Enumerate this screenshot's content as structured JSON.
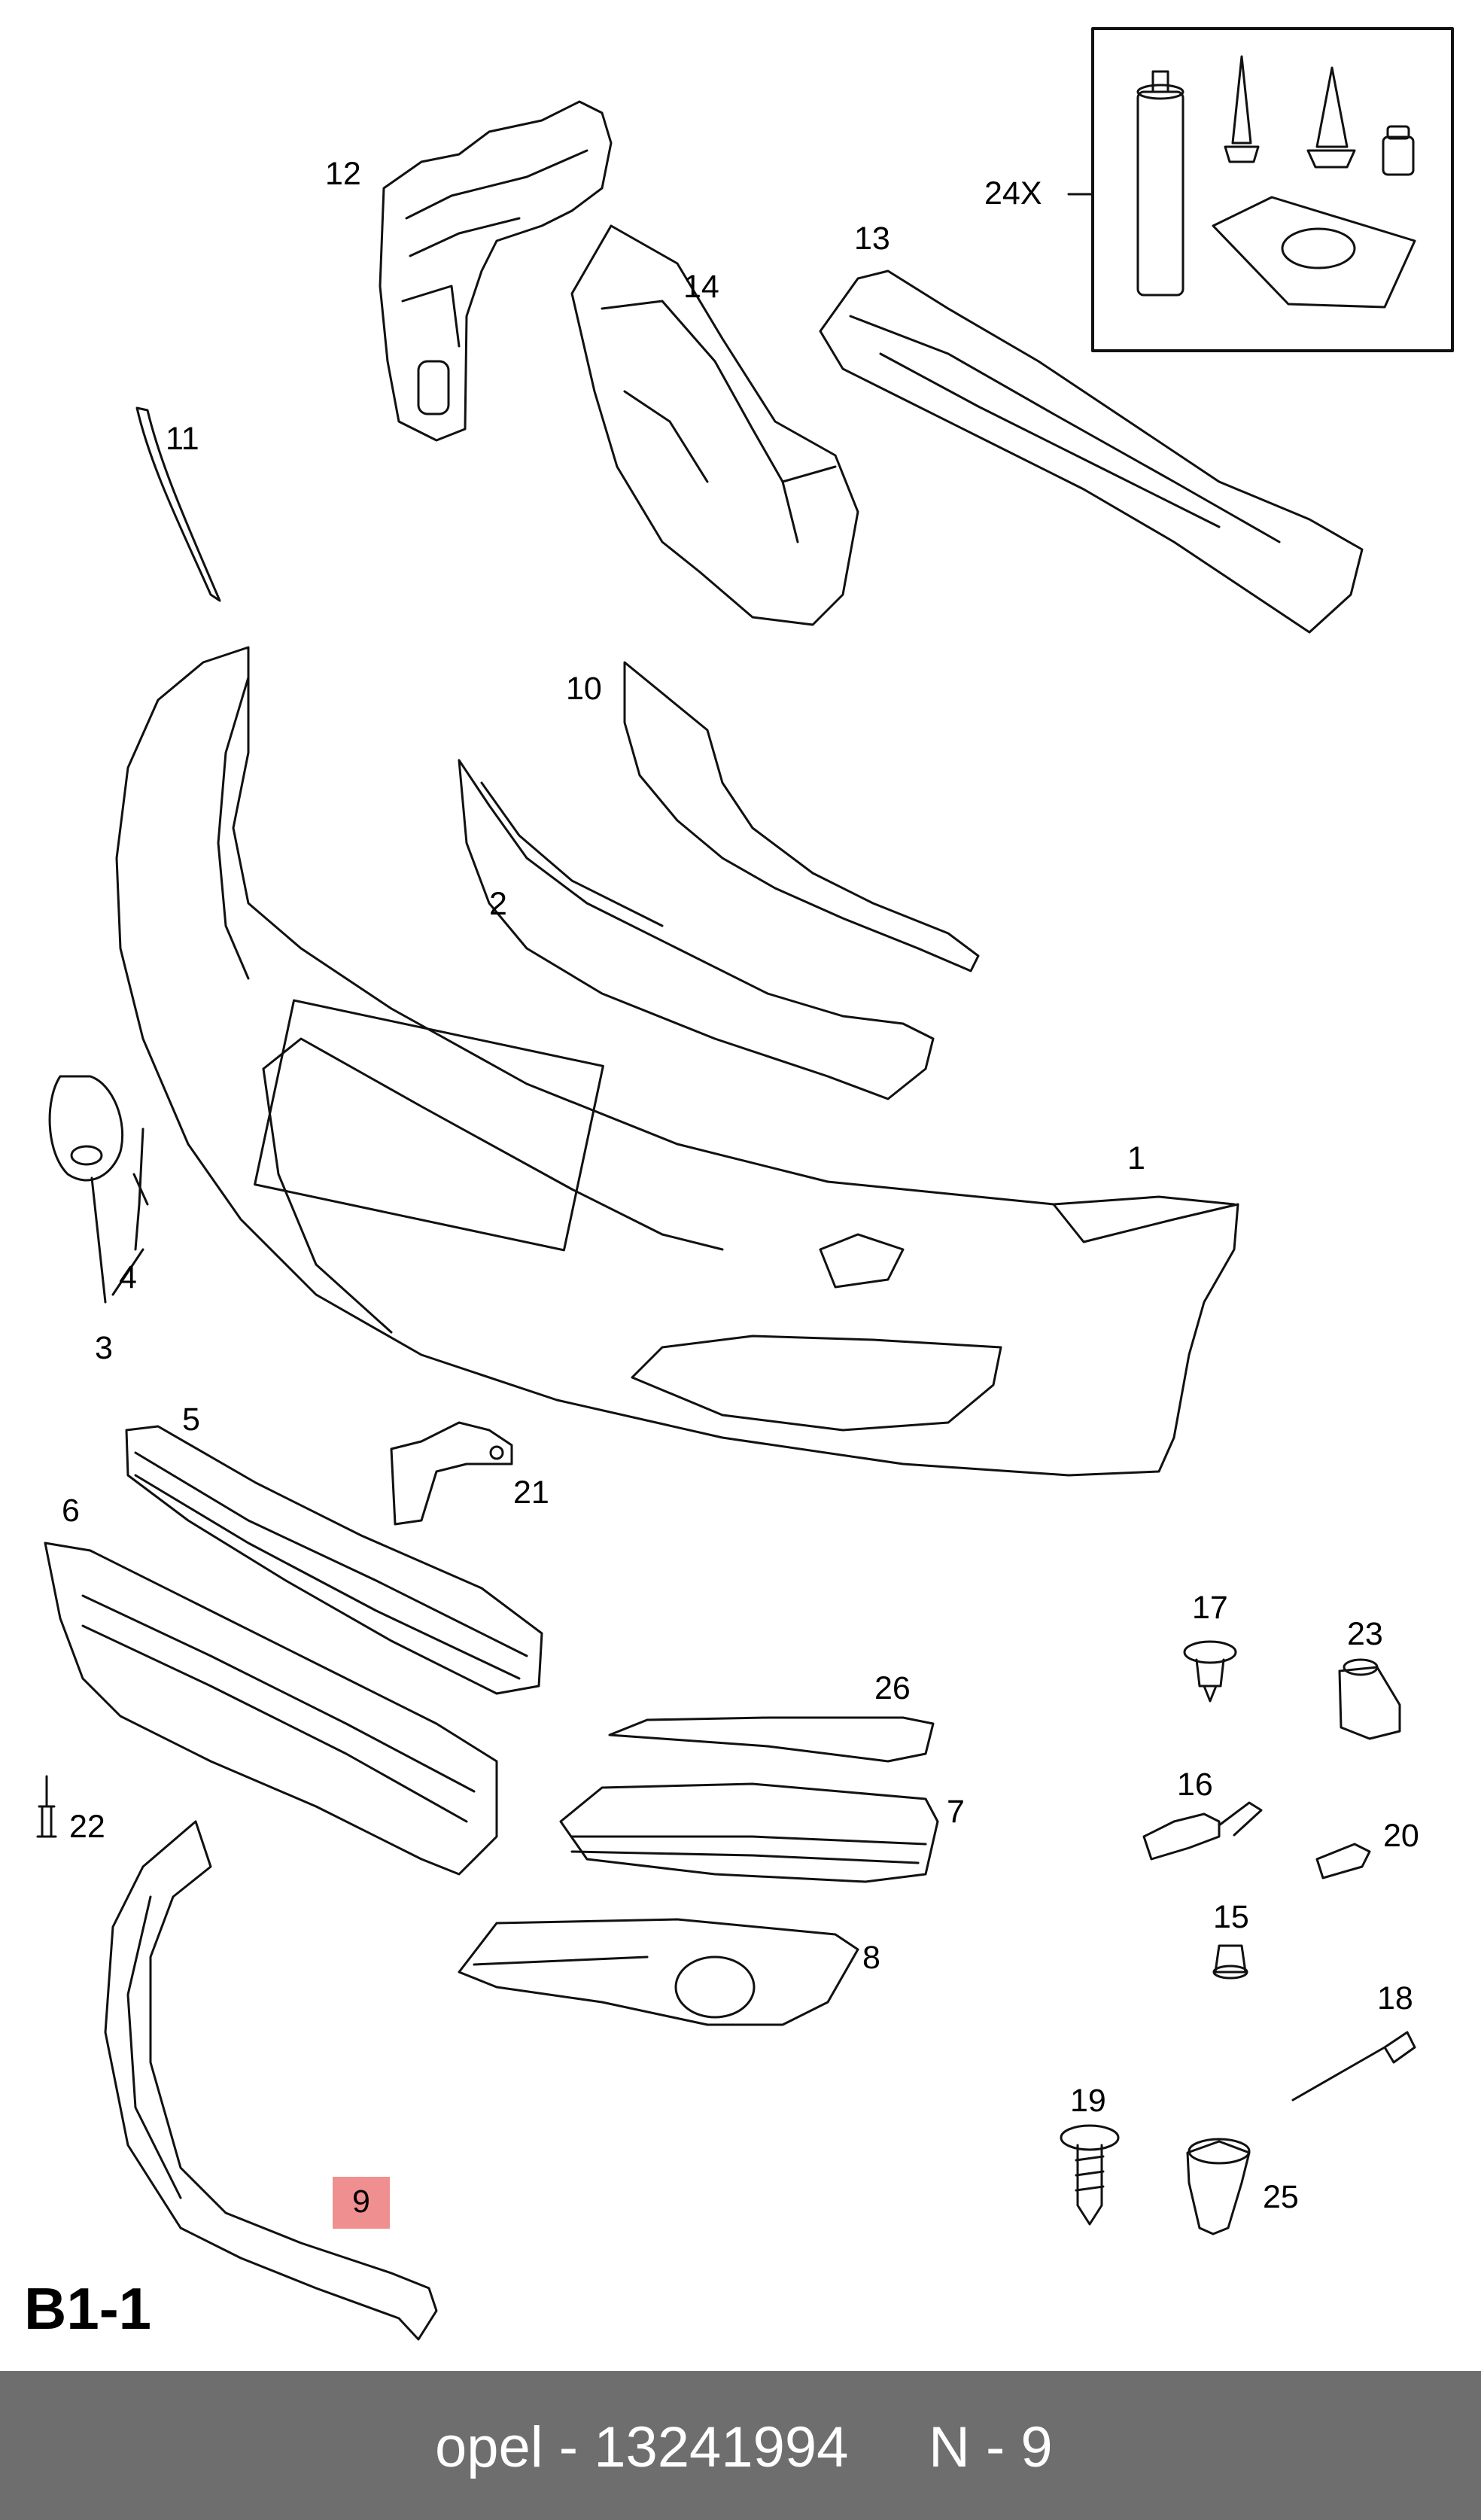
{
  "callouts": {
    "c1": "1",
    "c2": "2",
    "c3": "3",
    "c4": "4",
    "c5": "5",
    "c6": "6",
    "c7": "7",
    "c8": "8",
    "c9": "9",
    "c10": "10",
    "c11": "11",
    "c12": "12",
    "c13": "13",
    "c14": "14",
    "c15": "15",
    "c16": "16",
    "c17": "17",
    "c18": "18",
    "c19": "19",
    "c20": "20",
    "c21": "21",
    "c22": "22",
    "c23": "23",
    "c25": "25",
    "c26": "26",
    "kit_qty": "24X"
  },
  "highlighted_callout": "9",
  "highlight_color": "#f08f8f",
  "diagram_code": "B1-1",
  "footer": {
    "part_ref": "opel - 13241994",
    "position_ref": "N - 9",
    "background": "#6e6e6e"
  }
}
